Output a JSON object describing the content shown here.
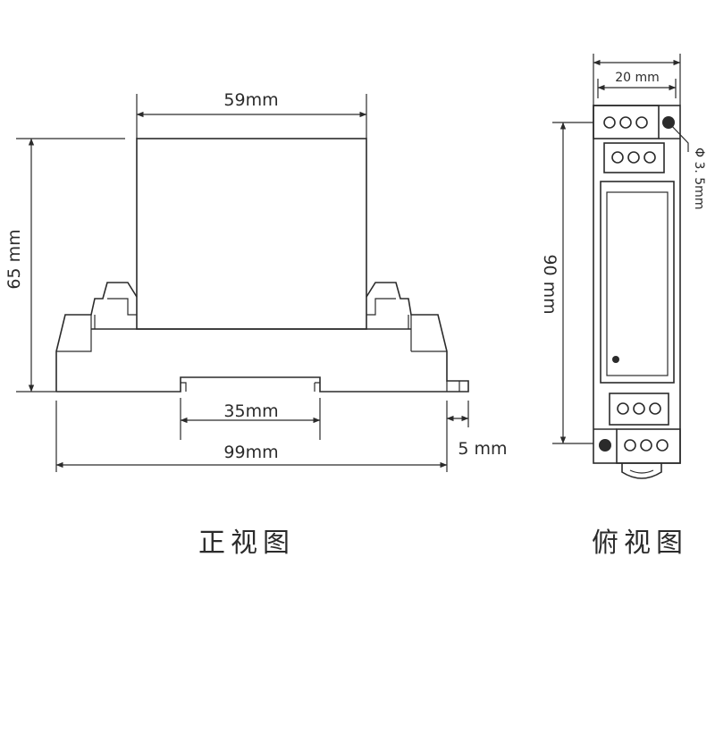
{
  "front_view": {
    "caption": "正视图",
    "dims": {
      "top_width": "59mm",
      "height": "65 mm",
      "rail_width": "35mm",
      "total_width": "99mm",
      "tab_width": "5 mm"
    }
  },
  "top_view": {
    "caption": "俯视图",
    "dims": {
      "width": "20 mm",
      "length": "90 mm",
      "hole": "Φ 3. 5mm"
    }
  }
}
